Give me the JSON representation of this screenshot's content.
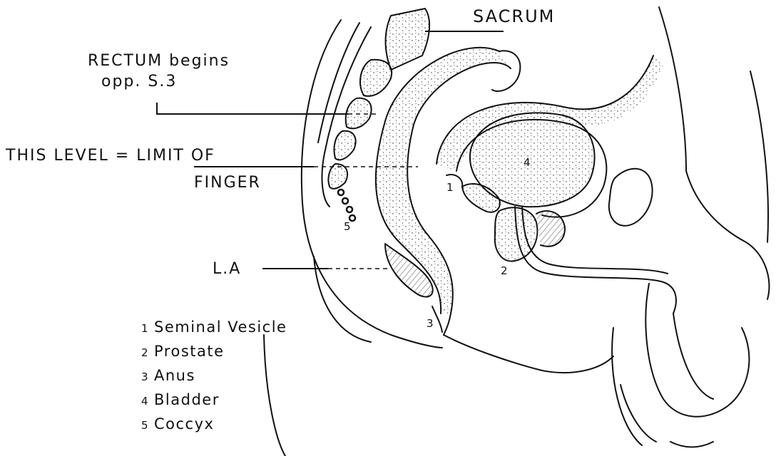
{
  "labels": {
    "sacrum": "SACRUM",
    "rectum_line1": "RECTUM begins",
    "rectum_line2": "opp. S.3",
    "level_line1": "THIS LEVEL = LIMIT OF",
    "level_line2": "FINGER",
    "la": "L.A"
  },
  "markers": {
    "m1": "1",
    "m2": "2",
    "m3": "3",
    "m4": "4",
    "m5": "5"
  },
  "legend": [
    {
      "num": "1",
      "text": "Seminal Vesicle"
    },
    {
      "num": "2",
      "text": "Prostate"
    },
    {
      "num": "3",
      "text": "Anus"
    },
    {
      "num": "4",
      "text": "Bladder"
    },
    {
      "num": "5",
      "text": "Coccyx"
    }
  ],
  "colors": {
    "ink": "#111111",
    "background": "#ffffff"
  }
}
